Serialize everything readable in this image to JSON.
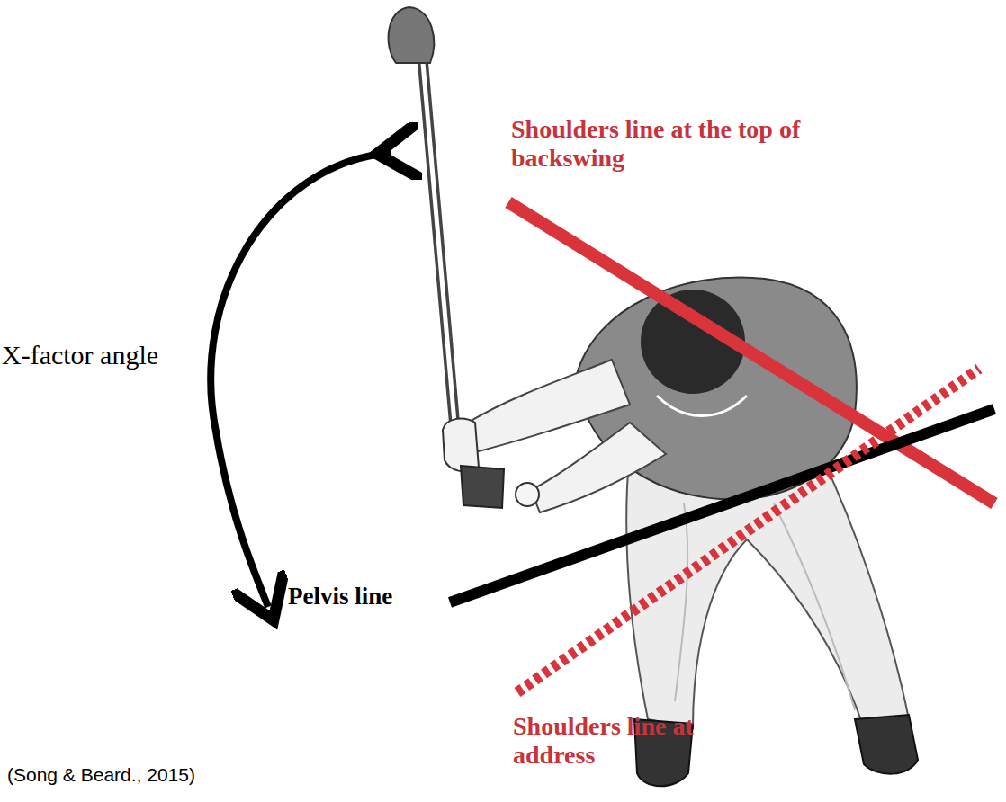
{
  "diagram": {
    "caption": "(Song & Beard., 2015)",
    "labels": [
      "Shoulders line at the top of backswing",
      "X-factor angle",
      "Pelvis line",
      "Shoulders line at address"
    ]
  }
}
